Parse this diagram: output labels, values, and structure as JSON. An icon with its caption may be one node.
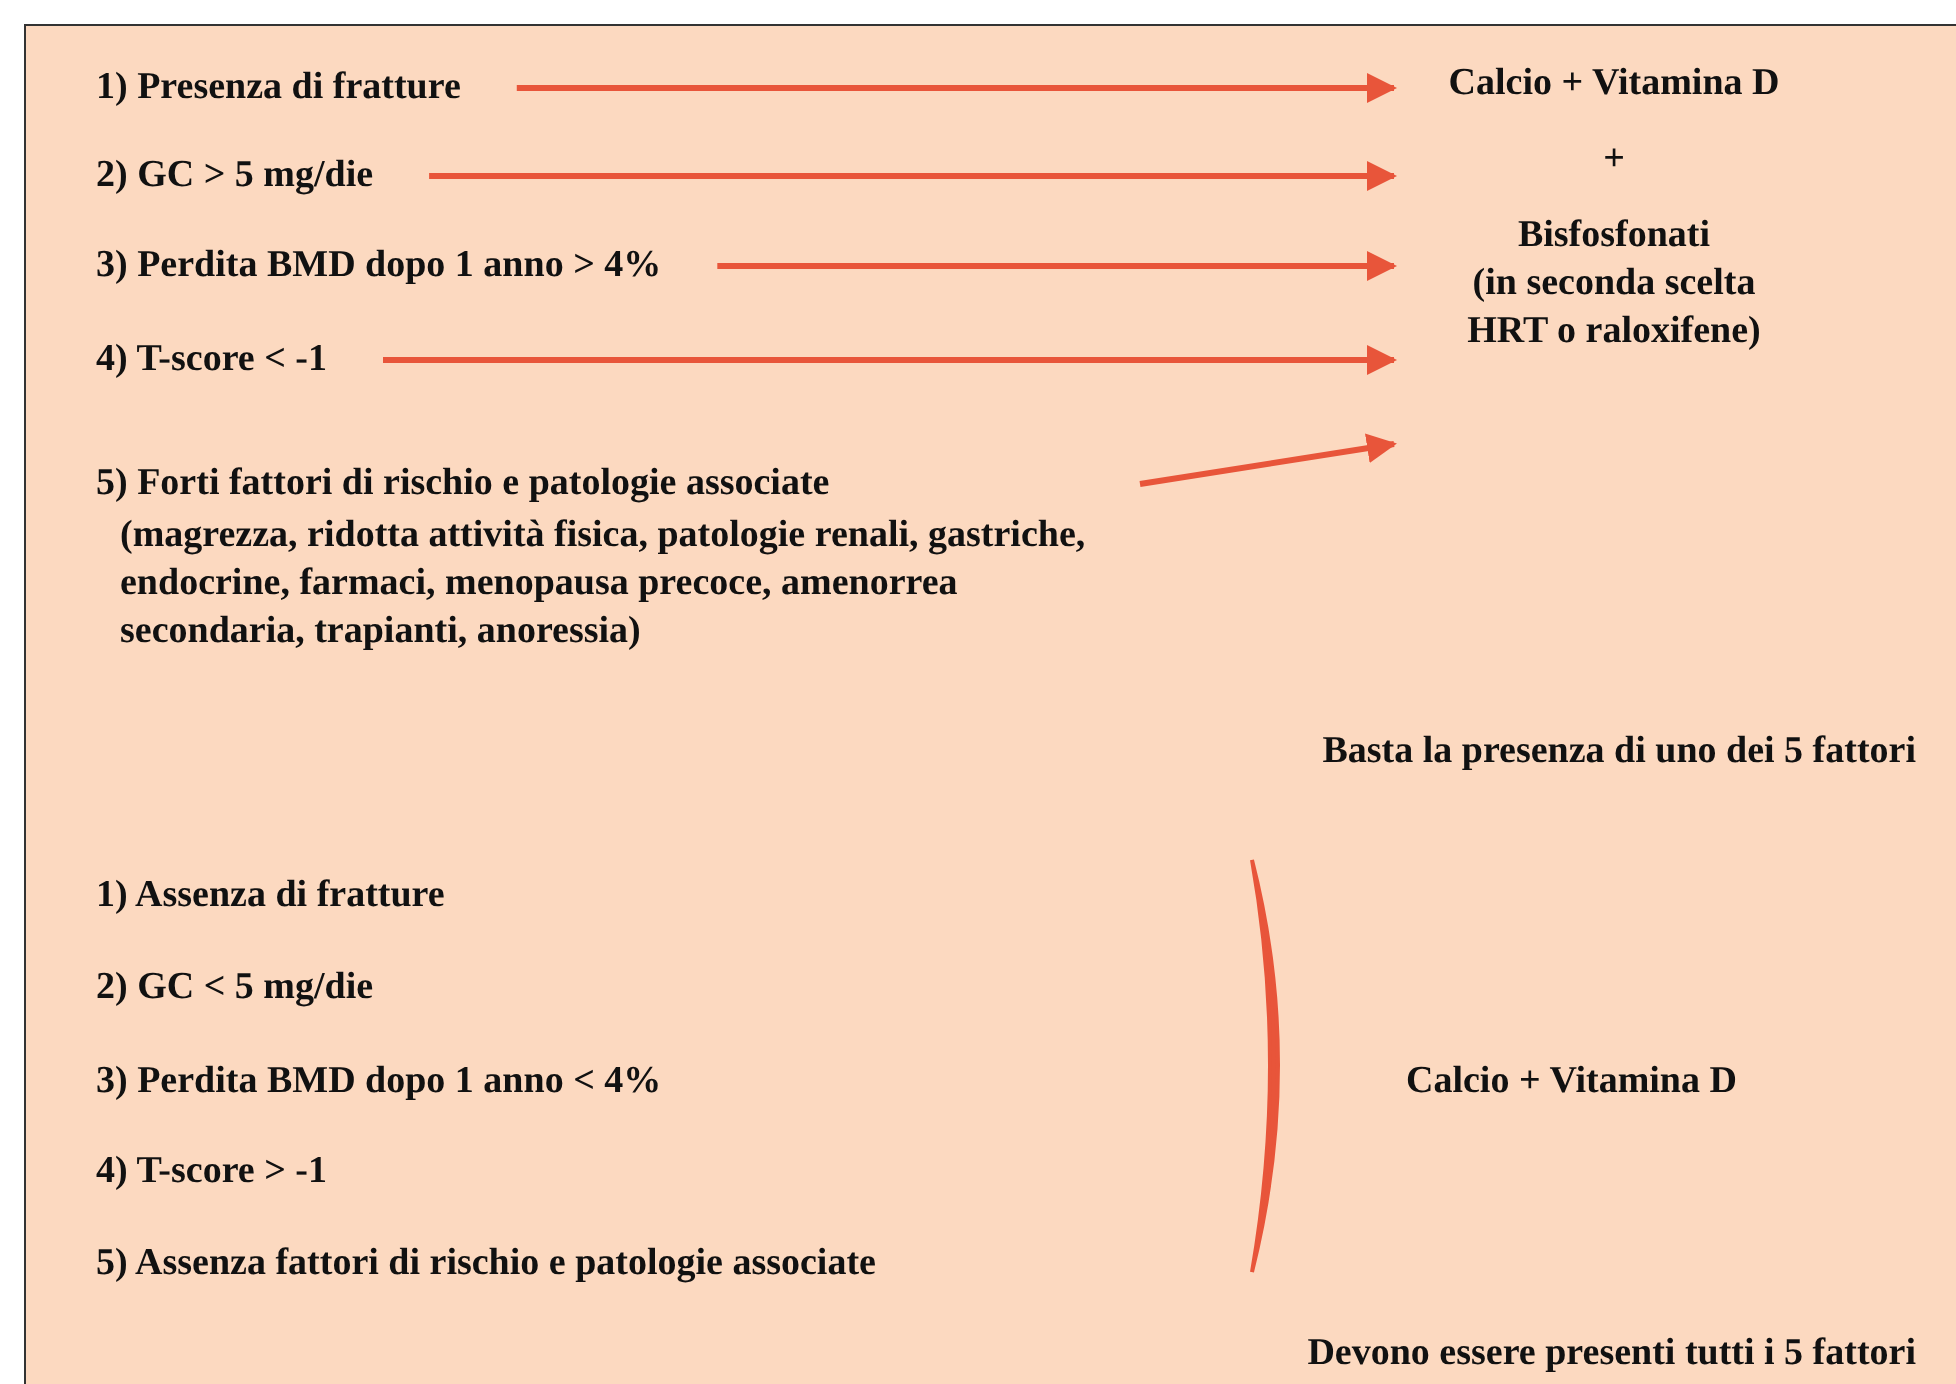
{
  "diagram": {
    "nodes": [
      {
        "text": [
          "1) Presenza di fratture"
        ]
      },
      {
        "text": [
          "2) GC > 5 mg/die"
        ]
      },
      {
        "text": [
          "3) Perdita BMD dopo 1 anno > 4%"
        ]
      },
      {
        "text": [
          "4) T-score < -1"
        ]
      },
      {
        "text": [
          "5) Forti fattori di rischio e patologie associate",
          "(magrezza, ridotta attività fisica, patologie renali, gastriche, endocrine, farmaci, menopausa precoce, amenorrea secondaria, trapianti, anoressia)"
        ]
      },
      {
        "text": [
          "Calcio + Vitamina D",
          "+",
          "Bisfosfonati",
          "(in seconda scelta HRT o raloxifene)"
        ]
      }
    ],
    "edges": [
      {
        "from": 0,
        "to": 5,
        "arrow": "to"
      },
      {
        "from": 1,
        "to": 5,
        "arrow": "to"
      },
      {
        "from": 2,
        "to": 5,
        "arrow": "to"
      },
      {
        "from": 3,
        "to": 5,
        "arrow": "to"
      },
      {
        "from": 4,
        "to": 5,
        "arrow": "to"
      }
    ],
    "labels": [
      "Basta la presenza di uno dei 5 fattori",
      "1) Assenza di fratture",
      "2) GC < 5 mg/die",
      "3) Perdita BMD dopo 1 anno < 4%",
      "4) T-score > -1",
      "5) Assenza fattori di rischio e patologie associate",
      "Calcio + Vitamina D",
      "Devono essere presenti tutti i 5 fattori"
    ]
  }
}
